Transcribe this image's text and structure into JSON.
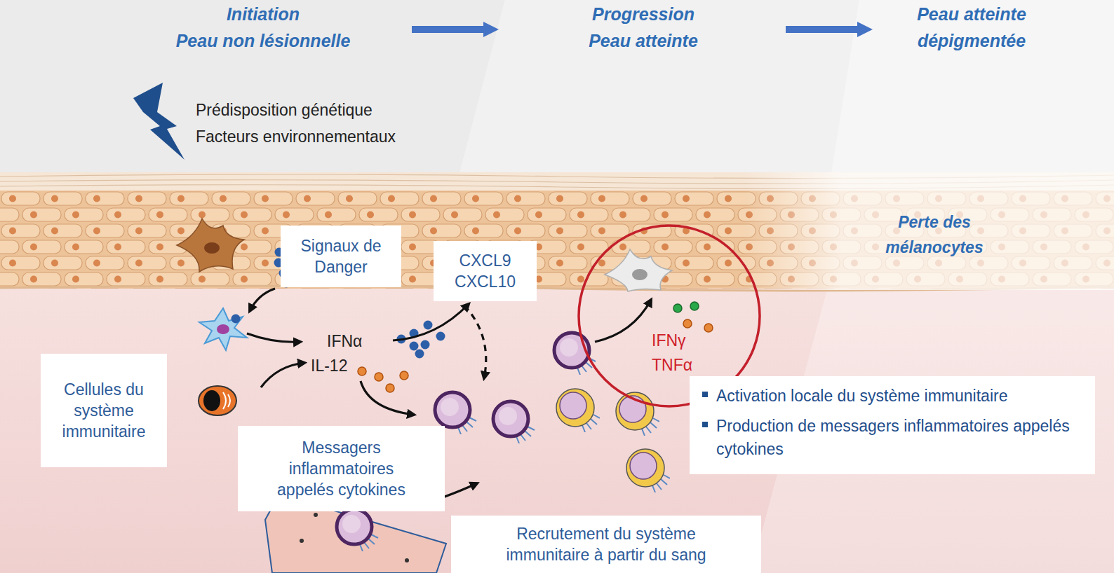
{
  "diagram": {
    "nodes": [
      {
        "text": [
          "Signaux de Danger"
        ]
      },
      {
        "text": [
          "CXCL9 CXCL10"
        ]
      },
      {
        "text": [
          "IFNγ TNFα"
        ]
      },
      {
        "text": [
          "Cellules du système immunitaire"
        ]
      },
      {
        "text": [
          "Messagers inflammatoires appelés cytokines"
        ]
      },
      {
        "text": [
          "Activation locale du système immunitaire",
          "Production de messagers inflammatoires appelés cytokines"
        ]
      },
      {
        "text": [
          "Recrutement du système immunitaire à partir du sang"
        ]
      }
    ],
    "labels": [
      "Initiation",
      "Peau non lésionnelle",
      "Progression",
      "Peau atteinte",
      "Peau atteinte",
      "dépigmentée",
      "Prédisposition génétique",
      "Facteurs environnementaux",
      "IFNα",
      "IL-12",
      "Perte des mélanocytes"
    ]
  }
}
